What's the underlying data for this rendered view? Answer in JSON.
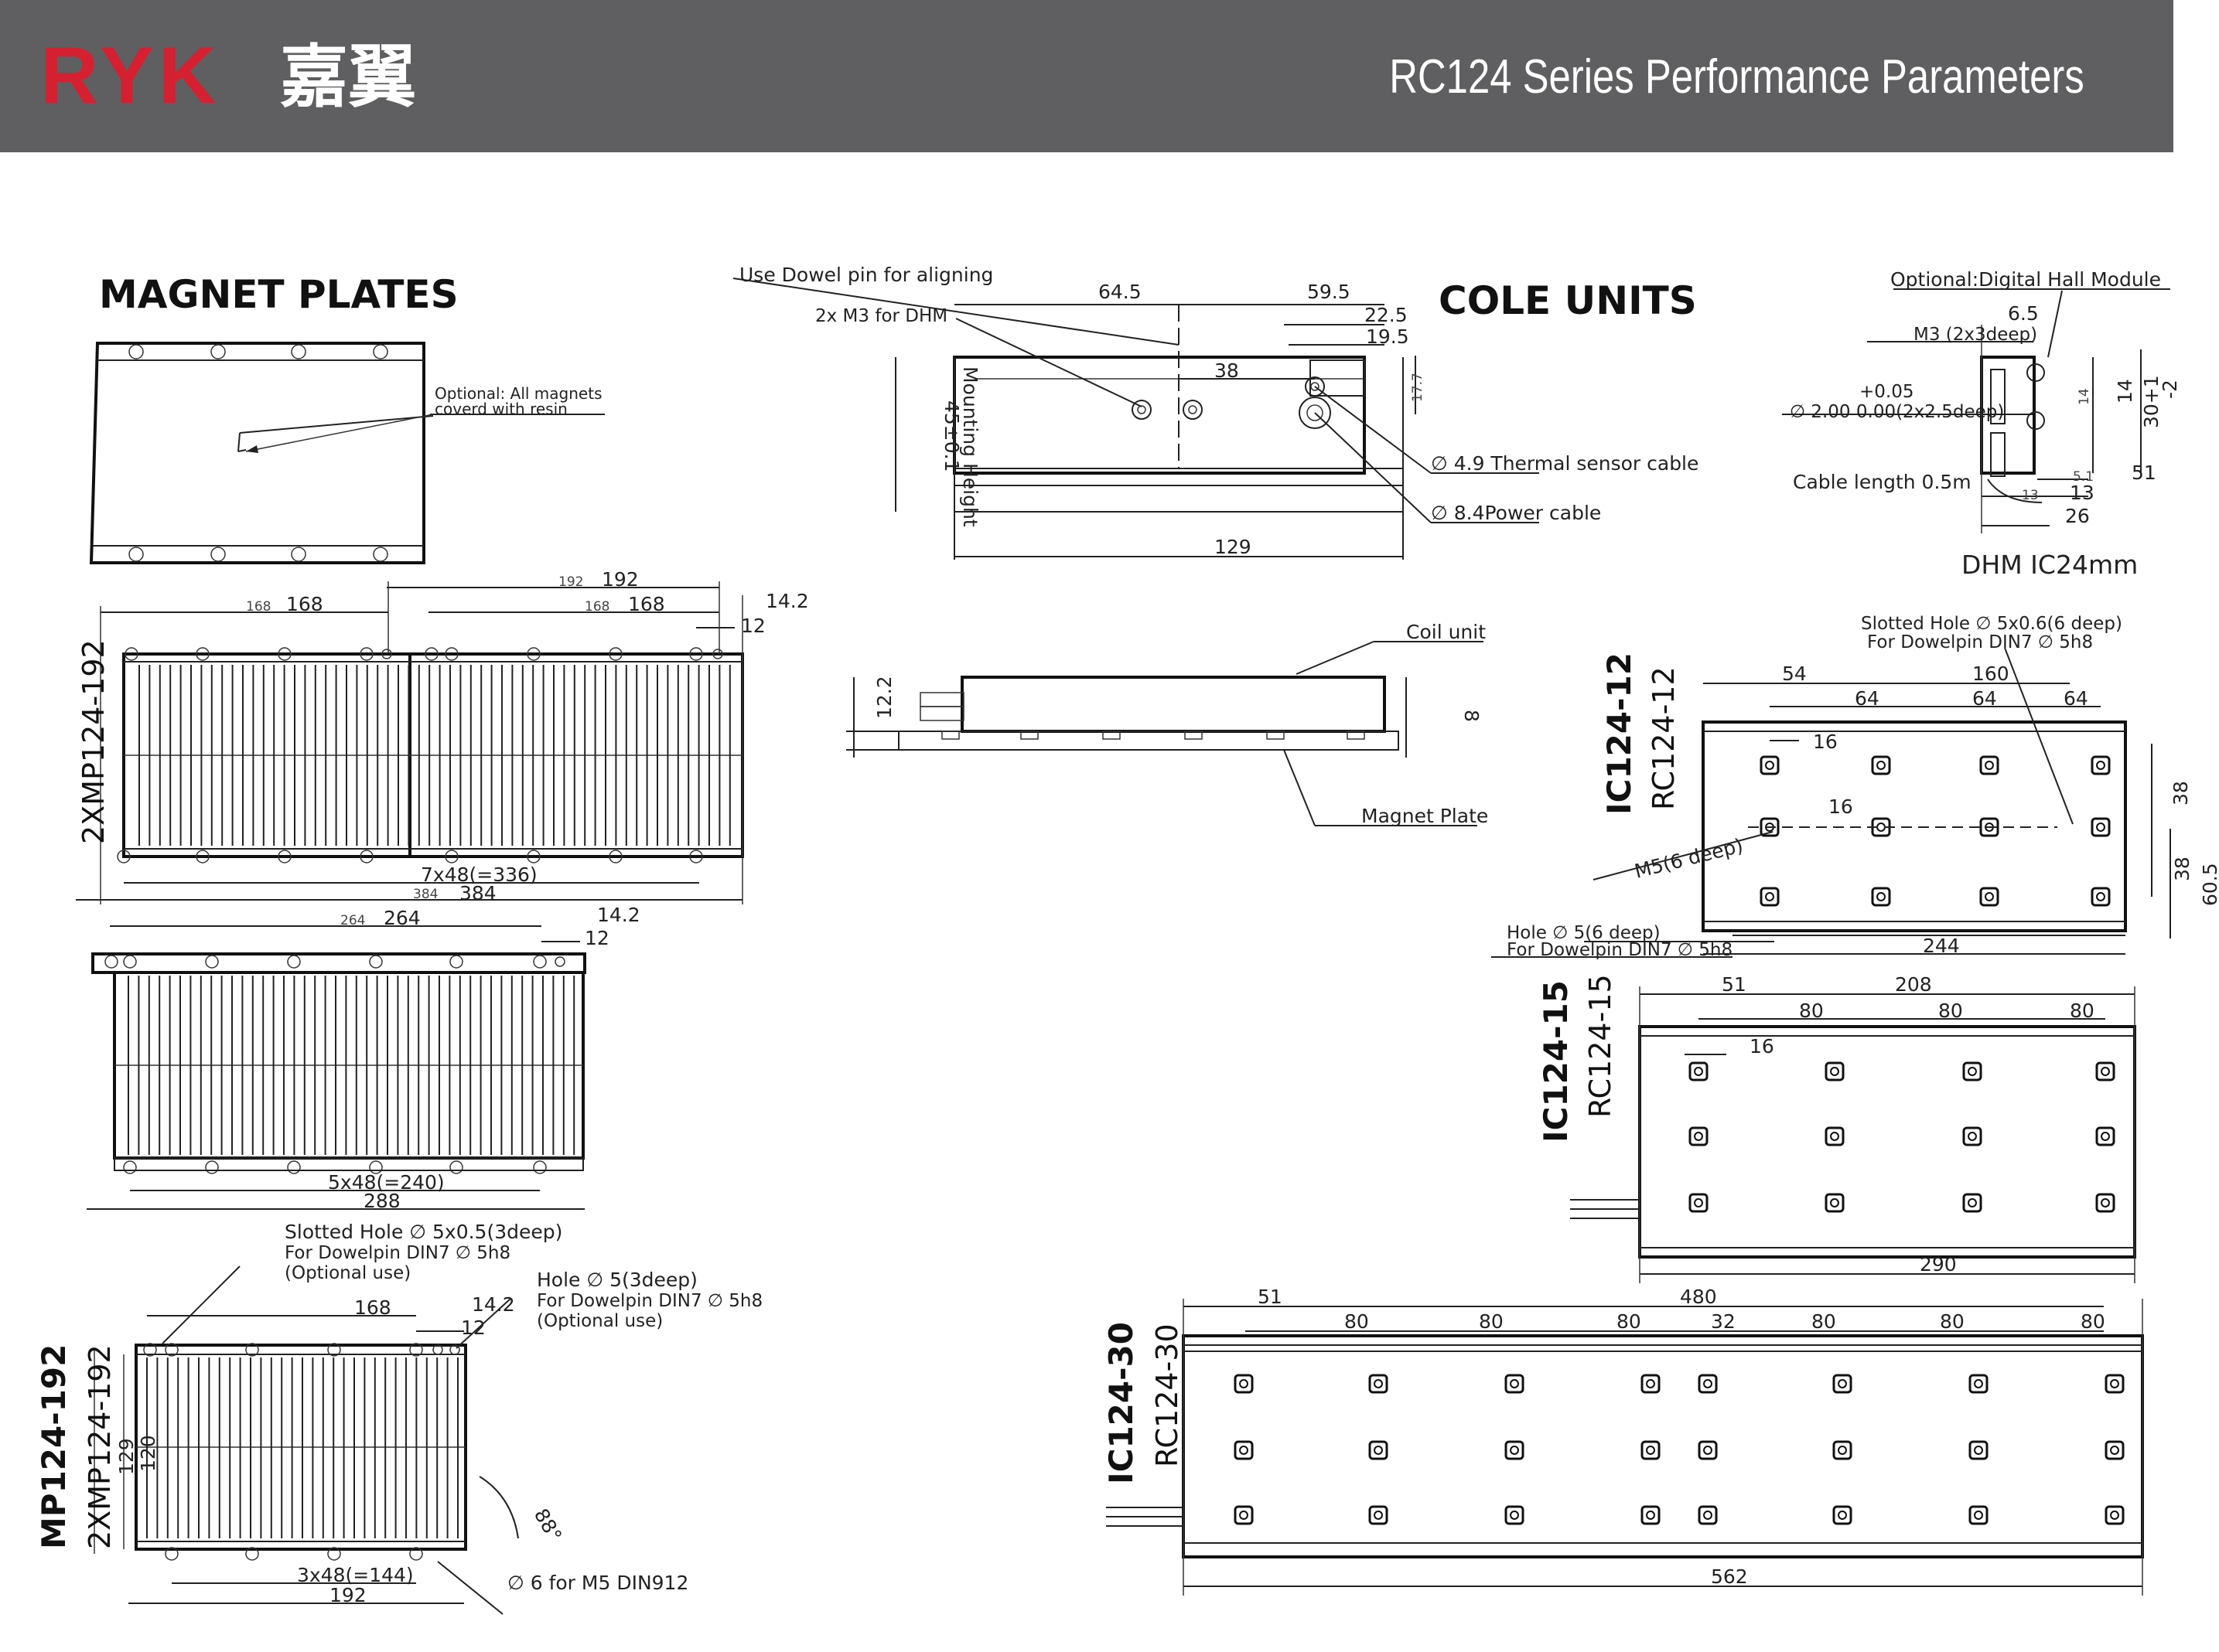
{
  "header": {
    "logo_text": "RYK",
    "logo_cn": "嘉翼",
    "title": "RC124 Series Performance Parameters",
    "bar_color": "#5f5f61",
    "logo_color": "#d42030"
  },
  "sections": {
    "magnet_plates": "MAGNET PLATES",
    "coil_units": "COLE UNITS"
  },
  "magnet_plates": {
    "resin_note_1": "Optional: All magnets",
    "resin_note_2": "coverd with resin",
    "plate_2x192": {
      "label": "2XMP124-192",
      "d_168_left": "168",
      "d_192": "192",
      "d_168_right": "168",
      "d_14_2": "14.2",
      "d_12": "12",
      "pitch": "7x48(=336)",
      "d_384": "384"
    },
    "plate_288": {
      "d_264": "264",
      "d_14_2": "14.2",
      "d_12": "12",
      "pitch": "5x48(=240)",
      "d_288": "288"
    },
    "plate_192": {
      "label_main": "MP124-192",
      "label_sub": "2XMP124-192",
      "slot_note_1": "Slotted Hole ∅ 5x0.5(3deep)",
      "slot_note_2": "For Dowelpin DIN7 ∅ 5h8",
      "slot_note_3": "(Optional use)",
      "hole_note_1": "Hole ∅ 5(3deep)",
      "hole_note_2": "For Dowelpin DIN7 ∅ 5h8",
      "hole_note_3": "(Optional use)",
      "d_168": "168",
      "d_14_2": "14.2",
      "d_12": "12",
      "d_129": "129",
      "d_120": "120",
      "angle": "88°",
      "pitch": "3x48(=144)",
      "d_192": "192",
      "screw_note": "∅ 6 for M5 DIN912"
    }
  },
  "top_view": {
    "dowel_note": "Use Dowel pin for aligning",
    "dhm_note": "2x M3 for DHM",
    "d_64_5": "64.5",
    "d_59_5": "59.5",
    "d_22_5": "22.5",
    "d_19_5": "19.5",
    "d_38": "38",
    "d_17_7": "17.7",
    "mount_height": "Mounting Height",
    "mount_value": "45±0.1",
    "thermal_cable": "∅ 4.9 Thermal sensor cable",
    "power_cable": "∅ 8.4Power cable",
    "d_129": "129"
  },
  "side_view": {
    "coil_unit": "Coil unit",
    "magnet_plate": "Magnet Plate",
    "d_12_2": "12.2",
    "d_8": "8"
  },
  "dhm": {
    "title": "Optional:Digital Hall Module",
    "d_6_5": "6.5",
    "m3_note": "M3 (2x3deep)",
    "tol": "+0.05",
    "pin_note": "∅ 2.00  0.00(2x2.5deep)",
    "d_14": "14",
    "d_30": "30+1",
    "d_minus2": "-2",
    "cable": "Cable length 0.5m",
    "d_51": "51",
    "d_5_1": "5.1",
    "d_13a": "13",
    "d_13b": "13",
    "d_26": "26",
    "caption": "DHM IC24mm"
  },
  "ic12": {
    "label_main": "IC124-12",
    "label_sub": "RC124-12",
    "slot_note_1": "Slotted Hole ∅ 5x0.6(6 deep)",
    "slot_note_2": "For Dowelpin DIN7 ∅ 5h8",
    "d_54": "54",
    "d_160": "160",
    "d_64a": "64",
    "d_64b": "64",
    "d_64c": "64",
    "d_16a": "16",
    "d_16b": "16",
    "d_38a": "38",
    "d_38b": "38",
    "d_60_5": "60.5",
    "m5": "M5(6 deep)",
    "hole_note_1": "Hole ∅ 5(6 deep)",
    "hole_note_2": "For Dowelpin DIN7 ∅ 5h8",
    "d_244": "244"
  },
  "ic15": {
    "label_main": "IC124-15",
    "label_sub": "RC124-15",
    "d_51": "51",
    "d_208": "208",
    "d_80a": "80",
    "d_80b": "80",
    "d_80c": "80",
    "d_16": "16",
    "d_290": "290"
  },
  "ic30": {
    "label_main": "IC124-30",
    "label_sub": "RC124-30",
    "d_51": "51",
    "d_480": "480",
    "d_80_1": "80",
    "d_80_2": "80",
    "d_80_3": "80",
    "d_32": "32",
    "d_80_4": "80",
    "d_80_5": "80",
    "d_80_6": "80",
    "d_562": "562"
  }
}
